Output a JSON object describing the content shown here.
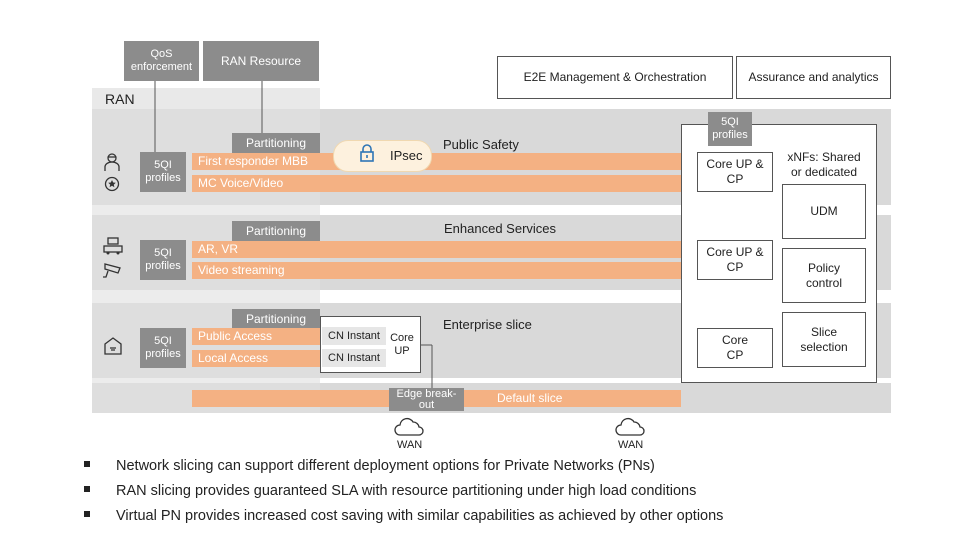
{
  "top": {
    "qos": "QoS enforcement",
    "ran_resource": "RAN Resource",
    "e2e": "E2E Management & Orchestration",
    "assurance": "Assurance and analytics"
  },
  "ran_label": "RAN",
  "partitioning": "Partitioning",
  "fiveqi": "5QI profiles",
  "slices": {
    "public_safety": {
      "title": "Public Safety",
      "bars": [
        "First responder MBB",
        "MC Voice/Video"
      ],
      "ipsec": "IPsec",
      "core": "Core UP & CP"
    },
    "enhanced": {
      "title": "Enhanced Services",
      "bars": [
        "AR, VR",
        "Video streaming"
      ],
      "core": "Core UP & CP"
    },
    "enterprise": {
      "title": "Enterprise slice",
      "bars": [
        "Public Access",
        "Local Access"
      ],
      "cn_instant": "CN Instant",
      "core_up": "Core UP",
      "core": "Core CP"
    },
    "default": {
      "title": "Default slice",
      "edge": "Edge break-out"
    }
  },
  "core_panel": {
    "fiveqi": "5QI profiles",
    "xnfs": "xNFs: Shared or dedicated",
    "udm": "UDM",
    "policy": "Policy control",
    "slice_selection": "Slice selection"
  },
  "wan": [
    "WAN",
    "WAN"
  ],
  "bullets": [
    "Network slicing can support different deployment options for Private Networks (PNs)",
    "RAN slicing provides guaranteed SLA with resource partitioning under high load conditions",
    "Virtual PN provides increased cost saving with similar capabilities as achieved by other options"
  ],
  "icons": [
    "responder-icon",
    "badge-icon",
    "robot-icon",
    "camera-icon",
    "enterprise-icon",
    "lock-icon",
    "cloud-icon"
  ]
}
